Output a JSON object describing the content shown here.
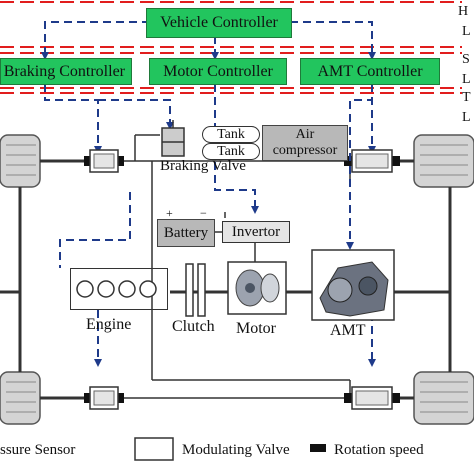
{
  "controllers": {
    "vehicle": "Vehicle Controller",
    "braking": "Braking Controller",
    "motor": "Motor Controller",
    "amt": "AMT Controller"
  },
  "components": {
    "tank_top": "Tank",
    "tank_bottom": "Tank",
    "air_compressor": "Air compressor",
    "braking_valve": "Braking Valve",
    "battery": "Battery",
    "battery_plus": "+",
    "battery_minus": "−",
    "invertor": "Invertor",
    "engine": "Engine",
    "clutch": "Clutch",
    "motor": "Motor",
    "amt": "AMT"
  },
  "side_labels": {
    "h": "H",
    "l1": "L",
    "s": "S",
    "l2": "L",
    "t": "T",
    "l3": "L"
  },
  "legend": {
    "pressure_sensor": "ssure Sensor",
    "modulating_valve": "Modulating Valve",
    "rotation_speed": "Rotation speed"
  },
  "colors": {
    "controller_fill": "#22c55e",
    "layer_line": "#e11d1d",
    "signal_line": "#1e3a8a",
    "power_line": "#222222",
    "component_fill": "#b8b8b8"
  }
}
